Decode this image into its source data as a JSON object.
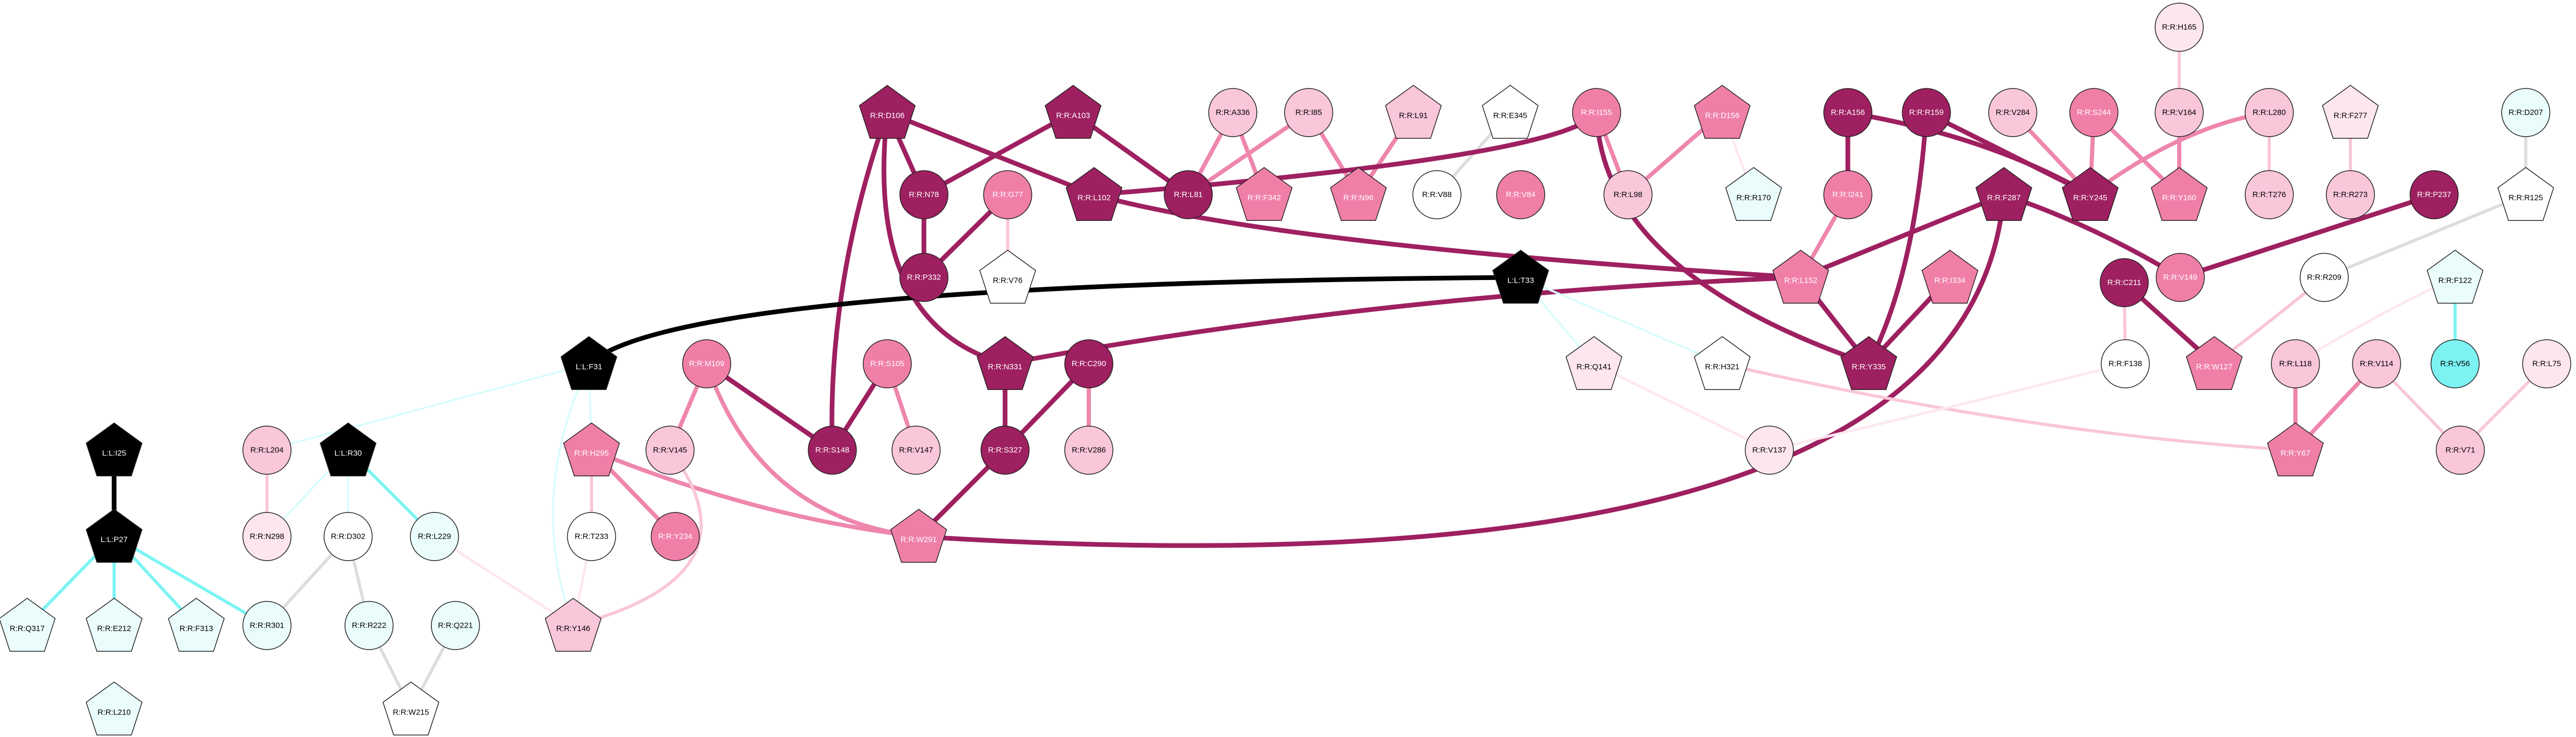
{
  "colors": {
    "light": "#ffffff",
    "pale": "#fde6ef",
    "pink": "#f9c6da",
    "medium": "#f07fa8",
    "dark": "#9e2060",
    "ligand": "#000000",
    "cyan_pale": "#ebfcfc",
    "cyan": "#7cf2f2",
    "edge_dark": "#9e2060",
    "edge_medium": "#ee86ad",
    "edge_light": "#f9c6da",
    "edge_pale": "#fde8ef",
    "edge_gray": "#dddddd",
    "edge_cyan": "#7cf4f4",
    "edge_cyan_pale": "#dafcfc",
    "edge_black": "#000000"
  },
  "nodes": [
    {
      "id": "R:R:D106",
      "shape": "pentagon",
      "fill": "dark"
    },
    {
      "id": "R:R:A103",
      "shape": "pentagon",
      "fill": "dark"
    },
    {
      "id": "R:R:A336",
      "shape": "circle",
      "fill": "pink"
    },
    {
      "id": "R:R:I85",
      "shape": "circle",
      "fill": "pink"
    },
    {
      "id": "R:R:L91",
      "shape": "pentagon",
      "fill": "pink"
    },
    {
      "id": "R:R:E345",
      "shape": "pentagon",
      "fill": "light"
    },
    {
      "id": "R:R:I155",
      "shape": "circle",
      "fill": "medium"
    },
    {
      "id": "R:R:D156",
      "shape": "pentagon",
      "fill": "medium"
    },
    {
      "id": "R:R:A156",
      "shape": "circle",
      "fill": "dark"
    },
    {
      "id": "R:R:R159",
      "shape": "circle",
      "fill": "dark"
    },
    {
      "id": "R:R:V284",
      "shape": "circle",
      "fill": "pink"
    },
    {
      "id": "R:R:S244",
      "shape": "circle",
      "fill": "medium"
    },
    {
      "id": "R:R:H165",
      "shape": "circle",
      "fill": "pale"
    },
    {
      "id": "R:R:V164",
      "shape": "circle",
      "fill": "pink"
    },
    {
      "id": "R:R:L280",
      "shape": "circle",
      "fill": "pink"
    },
    {
      "id": "R:R:F277",
      "shape": "pentagon",
      "fill": "pale"
    },
    {
      "id": "R:R:D207",
      "shape": "circle",
      "fill": "cyan_pale"
    },
    {
      "id": "R:R:N78",
      "shape": "circle",
      "fill": "dark"
    },
    {
      "id": "R:R:G77",
      "shape": "circle",
      "fill": "medium"
    },
    {
      "id": "R:R:L102",
      "shape": "pentagon",
      "fill": "dark"
    },
    {
      "id": "R:R:L81",
      "shape": "circle",
      "fill": "dark"
    },
    {
      "id": "R:R:F342",
      "shape": "pentagon",
      "fill": "medium"
    },
    {
      "id": "R:R:N96",
      "shape": "pentagon",
      "fill": "medium"
    },
    {
      "id": "R:R:V88",
      "shape": "circle",
      "fill": "light"
    },
    {
      "id": "R:R:V84",
      "shape": "circle",
      "fill": "medium"
    },
    {
      "id": "R:R:L98",
      "shape": "circle",
      "fill": "pink"
    },
    {
      "id": "R:R:R170",
      "shape": "pentagon",
      "fill": "cyan_pale"
    },
    {
      "id": "R:R:I241",
      "shape": "circle",
      "fill": "medium"
    },
    {
      "id": "R:R:Y245",
      "shape": "pentagon",
      "fill": "dark"
    },
    {
      "id": "R:R:Y160",
      "shape": "pentagon",
      "fill": "medium"
    },
    {
      "id": "R:R:T276",
      "shape": "circle",
      "fill": "pink"
    },
    {
      "id": "R:R:R273",
      "shape": "circle",
      "fill": "pink"
    },
    {
      "id": "R:R:F287",
      "shape": "pentagon",
      "fill": "dark"
    },
    {
      "id": "R:R:P237",
      "shape": "circle",
      "fill": "dark"
    },
    {
      "id": "R:R:R125",
      "shape": "pentagon",
      "fill": "light"
    },
    {
      "id": "R:R:P332",
      "shape": "circle",
      "fill": "dark"
    },
    {
      "id": "R:R:V76",
      "shape": "pentagon",
      "fill": "light"
    },
    {
      "id": "L:L:T33",
      "shape": "pentagon",
      "fill": "ligand"
    },
    {
      "id": "R:R:L152",
      "shape": "pentagon",
      "fill": "medium"
    },
    {
      "id": "R:R:I334",
      "shape": "pentagon",
      "fill": "medium"
    },
    {
      "id": "R:R:V149",
      "shape": "circle",
      "fill": "medium"
    },
    {
      "id": "R:R:R209",
      "shape": "circle",
      "fill": "light"
    },
    {
      "id": "R:R:C211",
      "shape": "circle",
      "fill": "dark"
    },
    {
      "id": "R:R:F122",
      "shape": "pentagon",
      "fill": "cyan_pale"
    },
    {
      "id": "L:L:F31",
      "shape": "pentagon",
      "fill": "ligand"
    },
    {
      "id": "R:R:M109",
      "shape": "circle",
      "fill": "medium"
    },
    {
      "id": "R:R:S105",
      "shape": "circle",
      "fill": "medium"
    },
    {
      "id": "R:R:N331",
      "shape": "pentagon",
      "fill": "dark"
    },
    {
      "id": "R:R:C290",
      "shape": "circle",
      "fill": "dark"
    },
    {
      "id": "R:R:Q141",
      "shape": "pentagon",
      "fill": "pale"
    },
    {
      "id": "R:R:H321",
      "shape": "pentagon",
      "fill": "light"
    },
    {
      "id": "R:R:Y335",
      "shape": "pentagon",
      "fill": "dark"
    },
    {
      "id": "R:R:F138",
      "shape": "circle",
      "fill": "light"
    },
    {
      "id": "R:R:W127",
      "shape": "pentagon",
      "fill": "medium"
    },
    {
      "id": "R:R:L118",
      "shape": "circle",
      "fill": "pink"
    },
    {
      "id": "R:R:V114",
      "shape": "circle",
      "fill": "pink"
    },
    {
      "id": "R:R:V56",
      "shape": "circle",
      "fill": "cyan"
    },
    {
      "id": "R:R:L75",
      "shape": "circle",
      "fill": "pale"
    },
    {
      "id": "L:L:I25",
      "shape": "pentagon",
      "fill": "ligand"
    },
    {
      "id": "R:R:L204",
      "shape": "circle",
      "fill": "pink"
    },
    {
      "id": "L:L:R30",
      "shape": "pentagon",
      "fill": "ligand"
    },
    {
      "id": "R:R:H295",
      "shape": "pentagon",
      "fill": "medium"
    },
    {
      "id": "R:R:V145",
      "shape": "circle",
      "fill": "pink"
    },
    {
      "id": "R:R:S148",
      "shape": "circle",
      "fill": "dark"
    },
    {
      "id": "R:R:V147",
      "shape": "circle",
      "fill": "pink"
    },
    {
      "id": "R:R:S327",
      "shape": "circle",
      "fill": "dark"
    },
    {
      "id": "R:R:V286",
      "shape": "circle",
      "fill": "pink"
    },
    {
      "id": "R:R:V137",
      "shape": "circle",
      "fill": "pale"
    },
    {
      "id": "R:R:Y67",
      "shape": "pentagon",
      "fill": "medium"
    },
    {
      "id": "R:R:V71",
      "shape": "circle",
      "fill": "pink"
    },
    {
      "id": "R:R:N298",
      "shape": "circle",
      "fill": "pale"
    },
    {
      "id": "R:R:D302",
      "shape": "circle",
      "fill": "light"
    },
    {
      "id": "R:R:L229",
      "shape": "circle",
      "fill": "cyan_pale"
    },
    {
      "id": "L:L:P27",
      "shape": "pentagon",
      "fill": "ligand"
    },
    {
      "id": "R:R:T233",
      "shape": "circle",
      "fill": "light"
    },
    {
      "id": "R:R:Y234",
      "shape": "circle",
      "fill": "medium"
    },
    {
      "id": "R:R:W291",
      "shape": "pentagon",
      "fill": "medium"
    },
    {
      "id": "R:R:R301",
      "shape": "circle",
      "fill": "cyan_pale"
    },
    {
      "id": "R:R:R222",
      "shape": "circle",
      "fill": "cyan_pale"
    },
    {
      "id": "R:R:Q221",
      "shape": "circle",
      "fill": "cyan_pale"
    },
    {
      "id": "R:R:Q317",
      "shape": "pentagon",
      "fill": "cyan_pale"
    },
    {
      "id": "R:R:E212",
      "shape": "pentagon",
      "fill": "cyan_pale"
    },
    {
      "id": "R:R:F313",
      "shape": "pentagon",
      "fill": "cyan_pale"
    },
    {
      "id": "R:R:Y146",
      "shape": "pentagon",
      "fill": "pink"
    },
    {
      "id": "R:R:W215",
      "shape": "pentagon",
      "fill": "light"
    },
    {
      "id": "R:R:L210",
      "shape": "pentagon",
      "fill": "cyan_pale"
    }
  ],
  "edges": [
    [
      "R:R:D106",
      "R:R:N78",
      "dark"
    ],
    [
      "R:R:D106",
      "R:R:L102",
      "dark"
    ],
    [
      "R:R:D106",
      "R:R:S148",
      "dark"
    ],
    [
      "R:R:D106",
      "R:R:N331",
      "dark"
    ],
    [
      "R:R:A103",
      "R:R:N78",
      "dark"
    ],
    [
      "R:R:A103",
      "R:R:L81",
      "dark"
    ],
    [
      "R:R:A336",
      "R:R:L81",
      "medium"
    ],
    [
      "R:R:A336",
      "R:R:F342",
      "medium"
    ],
    [
      "R:R:I85",
      "R:R:L81",
      "medium"
    ],
    [
      "R:R:I85",
      "R:R:N96",
      "medium"
    ],
    [
      "R:R:L91",
      "R:R:N96",
      "medium"
    ],
    [
      "R:R:E345",
      "R:R:V88",
      "gray"
    ],
    [
      "R:R:I155",
      "R:R:L102",
      "dark"
    ],
    [
      "R:R:I155",
      "R:R:L98",
      "medium"
    ],
    [
      "R:R:I155",
      "R:R:Y335",
      "dark"
    ],
    [
      "R:R:D156",
      "R:R:L98",
      "medium"
    ],
    [
      "R:R:D156",
      "R:R:R170",
      "pale"
    ],
    [
      "R:R:A156",
      "R:R:I241",
      "dark"
    ],
    [
      "R:R:A156",
      "R:R:Y245",
      "dark"
    ],
    [
      "R:R:R159",
      "R:R:Y245",
      "dark"
    ],
    [
      "R:R:R159",
      "R:R:Y335",
      "dark"
    ],
    [
      "R:R:V284",
      "R:R:Y245",
      "medium"
    ],
    [
      "R:R:S244",
      "R:R:Y245",
      "medium"
    ],
    [
      "R:R:S244",
      "R:R:Y160",
      "medium"
    ],
    [
      "R:R:H165",
      "R:R:V164",
      "light"
    ],
    [
      "R:R:V164",
      "R:R:Y160",
      "medium"
    ],
    [
      "R:R:L280",
      "R:R:Y245",
      "medium"
    ],
    [
      "R:R:L280",
      "R:R:T276",
      "light"
    ],
    [
      "R:R:F277",
      "R:R:R273",
      "light"
    ],
    [
      "R:R:D207",
      "R:R:R125",
      "gray"
    ],
    [
      "R:R:N78",
      "R:R:P332",
      "dark"
    ],
    [
      "R:R:G77",
      "R:R:P332",
      "dark"
    ],
    [
      "R:R:G77",
      "R:R:V76",
      "light"
    ],
    [
      "R:R:L102",
      "R:R:L152",
      "dark"
    ],
    [
      "R:R:I241",
      "R:R:L152",
      "medium"
    ],
    [
      "R:R:F287",
      "R:R:L152",
      "dark"
    ],
    [
      "R:R:F287",
      "R:R:V149",
      "dark"
    ],
    [
      "R:R:F287",
      "R:R:W291",
      "dark"
    ],
    [
      "R:R:P237",
      "R:R:V149",
      "dark"
    ],
    [
      "R:R:R125",
      "R:R:R209",
      "gray"
    ],
    [
      "R:R:L152",
      "R:R:Y335",
      "dark"
    ],
    [
      "R:R:L152",
      "R:R:N331",
      "dark"
    ],
    [
      "R:R:I334",
      "R:R:Y335",
      "dark"
    ],
    [
      "R:R:R209",
      "R:R:W127",
      "light"
    ],
    [
      "R:R:C211",
      "R:R:W127",
      "dark"
    ],
    [
      "R:R:C211",
      "R:R:F138",
      "light"
    ],
    [
      "R:R:F122",
      "R:R:V56",
      "cyan"
    ],
    [
      "R:R:F122",
      "R:R:L118",
      "pale"
    ],
    [
      "L:L:T33",
      "L:L:F31",
      "black"
    ],
    [
      "L:L:T33",
      "R:R:Q141",
      "cyan_pale"
    ],
    [
      "L:L:T33",
      "R:R:H321",
      "cyan_pale"
    ],
    [
      "L:L:F31",
      "R:R:L204",
      "cyan_pale"
    ],
    [
      "L:L:F31",
      "R:R:H295",
      "cyan_pale"
    ],
    [
      "L:L:F31",
      "R:R:Y146",
      "cyan_pale"
    ],
    [
      "R:R:M109",
      "R:R:V145",
      "medium"
    ],
    [
      "R:R:M109",
      "R:R:S148",
      "dark"
    ],
    [
      "R:R:M109",
      "R:R:W291",
      "medium"
    ],
    [
      "R:R:S105",
      "R:R:S148",
      "dark"
    ],
    [
      "R:R:S105",
      "R:R:V147",
      "medium"
    ],
    [
      "R:R:N331",
      "R:R:S327",
      "dark"
    ],
    [
      "R:R:C290",
      "R:R:S327",
      "dark"
    ],
    [
      "R:R:C290",
      "R:R:V286",
      "medium"
    ],
    [
      "R:R:S327",
      "R:R:W291",
      "dark"
    ],
    [
      "R:R:Q141",
      "R:R:V137",
      "pale"
    ],
    [
      "R:R:H321",
      "R:R:Y67",
      "light"
    ],
    [
      "R:R:F138",
      "R:R:V137",
      "pale"
    ],
    [
      "R:R:L118",
      "R:R:Y67",
      "medium"
    ],
    [
      "R:R:V114",
      "R:R:Y67",
      "medium"
    ],
    [
      "R:R:V114",
      "R:R:V71",
      "light"
    ],
    [
      "R:R:L75",
      "R:R:V71",
      "light"
    ],
    [
      "L:L:I25",
      "L:L:P27",
      "black"
    ],
    [
      "R:R:L204",
      "R:R:N298",
      "light"
    ],
    [
      "L:L:R30",
      "R:R:N298",
      "cyan_pale"
    ],
    [
      "L:L:R30",
      "R:R:D302",
      "cyan_pale"
    ],
    [
      "L:L:R30",
      "R:R:L229",
      "cyan"
    ],
    [
      "R:R:H295",
      "R:R:T233",
      "light"
    ],
    [
      "R:R:H295",
      "R:R:Y234",
      "medium"
    ],
    [
      "R:R:H295",
      "R:R:W291",
      "medium"
    ],
    [
      "R:R:V145",
      "R:R:Y146",
      "light"
    ],
    [
      "R:R:T233",
      "R:R:Y146",
      "pale"
    ],
    [
      "R:R:L229",
      "R:R:Y146",
      "pale"
    ],
    [
      "R:R:D302",
      "R:R:R301",
      "gray"
    ],
    [
      "R:R:D302",
      "R:R:R222",
      "gray"
    ],
    [
      "R:R:R222",
      "R:R:W215",
      "gray"
    ],
    [
      "R:R:Q221",
      "R:R:W215",
      "gray"
    ],
    [
      "L:L:P27",
      "R:R:Q317",
      "cyan"
    ],
    [
      "L:L:P27",
      "R:R:E212",
      "cyan"
    ],
    [
      "L:L:P27",
      "R:R:F313",
      "cyan"
    ],
    [
      "L:L:P27",
      "R:R:R301",
      "cyan"
    ]
  ]
}
